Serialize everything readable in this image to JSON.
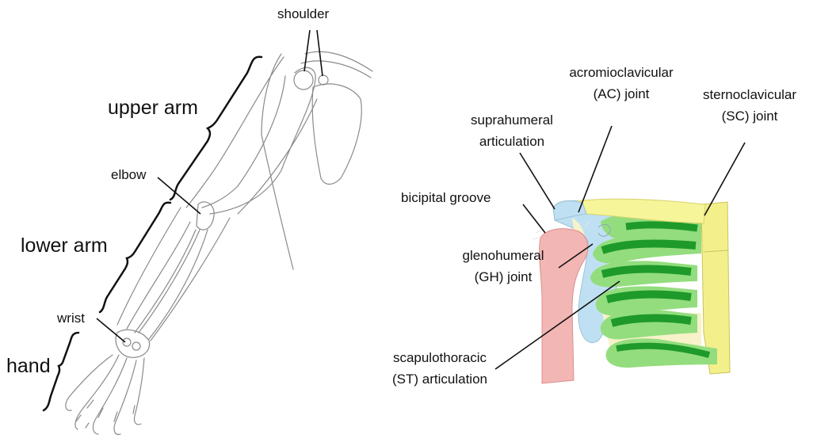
{
  "arm_labels": {
    "shoulder": "shoulder",
    "upper_arm": "upper arm",
    "elbow": "elbow",
    "lower_arm": "lower arm",
    "wrist": "wrist",
    "hand": "hand"
  },
  "shoulder_labels": {
    "acromioclavicular_line1": "acromioclavicular",
    "acromioclavicular_line2": "(AC) joint",
    "sternoclavicular_line1": "sternoclavicular",
    "sternoclavicular_line2": "(SC) joint",
    "suprahumeral_line1": "suprahumeral",
    "suprahumeral_line2": "articulation",
    "bicipital_groove": "bicipital groove",
    "glenohumeral_line1": "glenohumeral",
    "glenohumeral_line2": "(GH) joint",
    "scapulothoracic_line1": "scapulothoracic",
    "scapulothoracic_line2": "(ST) articulation"
  },
  "colors": {
    "humerus": "#f2b6b4",
    "scapula": "#bfe0f2",
    "clavicle": "#f6f59a",
    "rib_light": "#93dd7e",
    "rib_dark": "#1e9a2a",
    "sternum": "#f3f08c",
    "cartilage": "#f7f2c9",
    "outline": "#777777"
  }
}
